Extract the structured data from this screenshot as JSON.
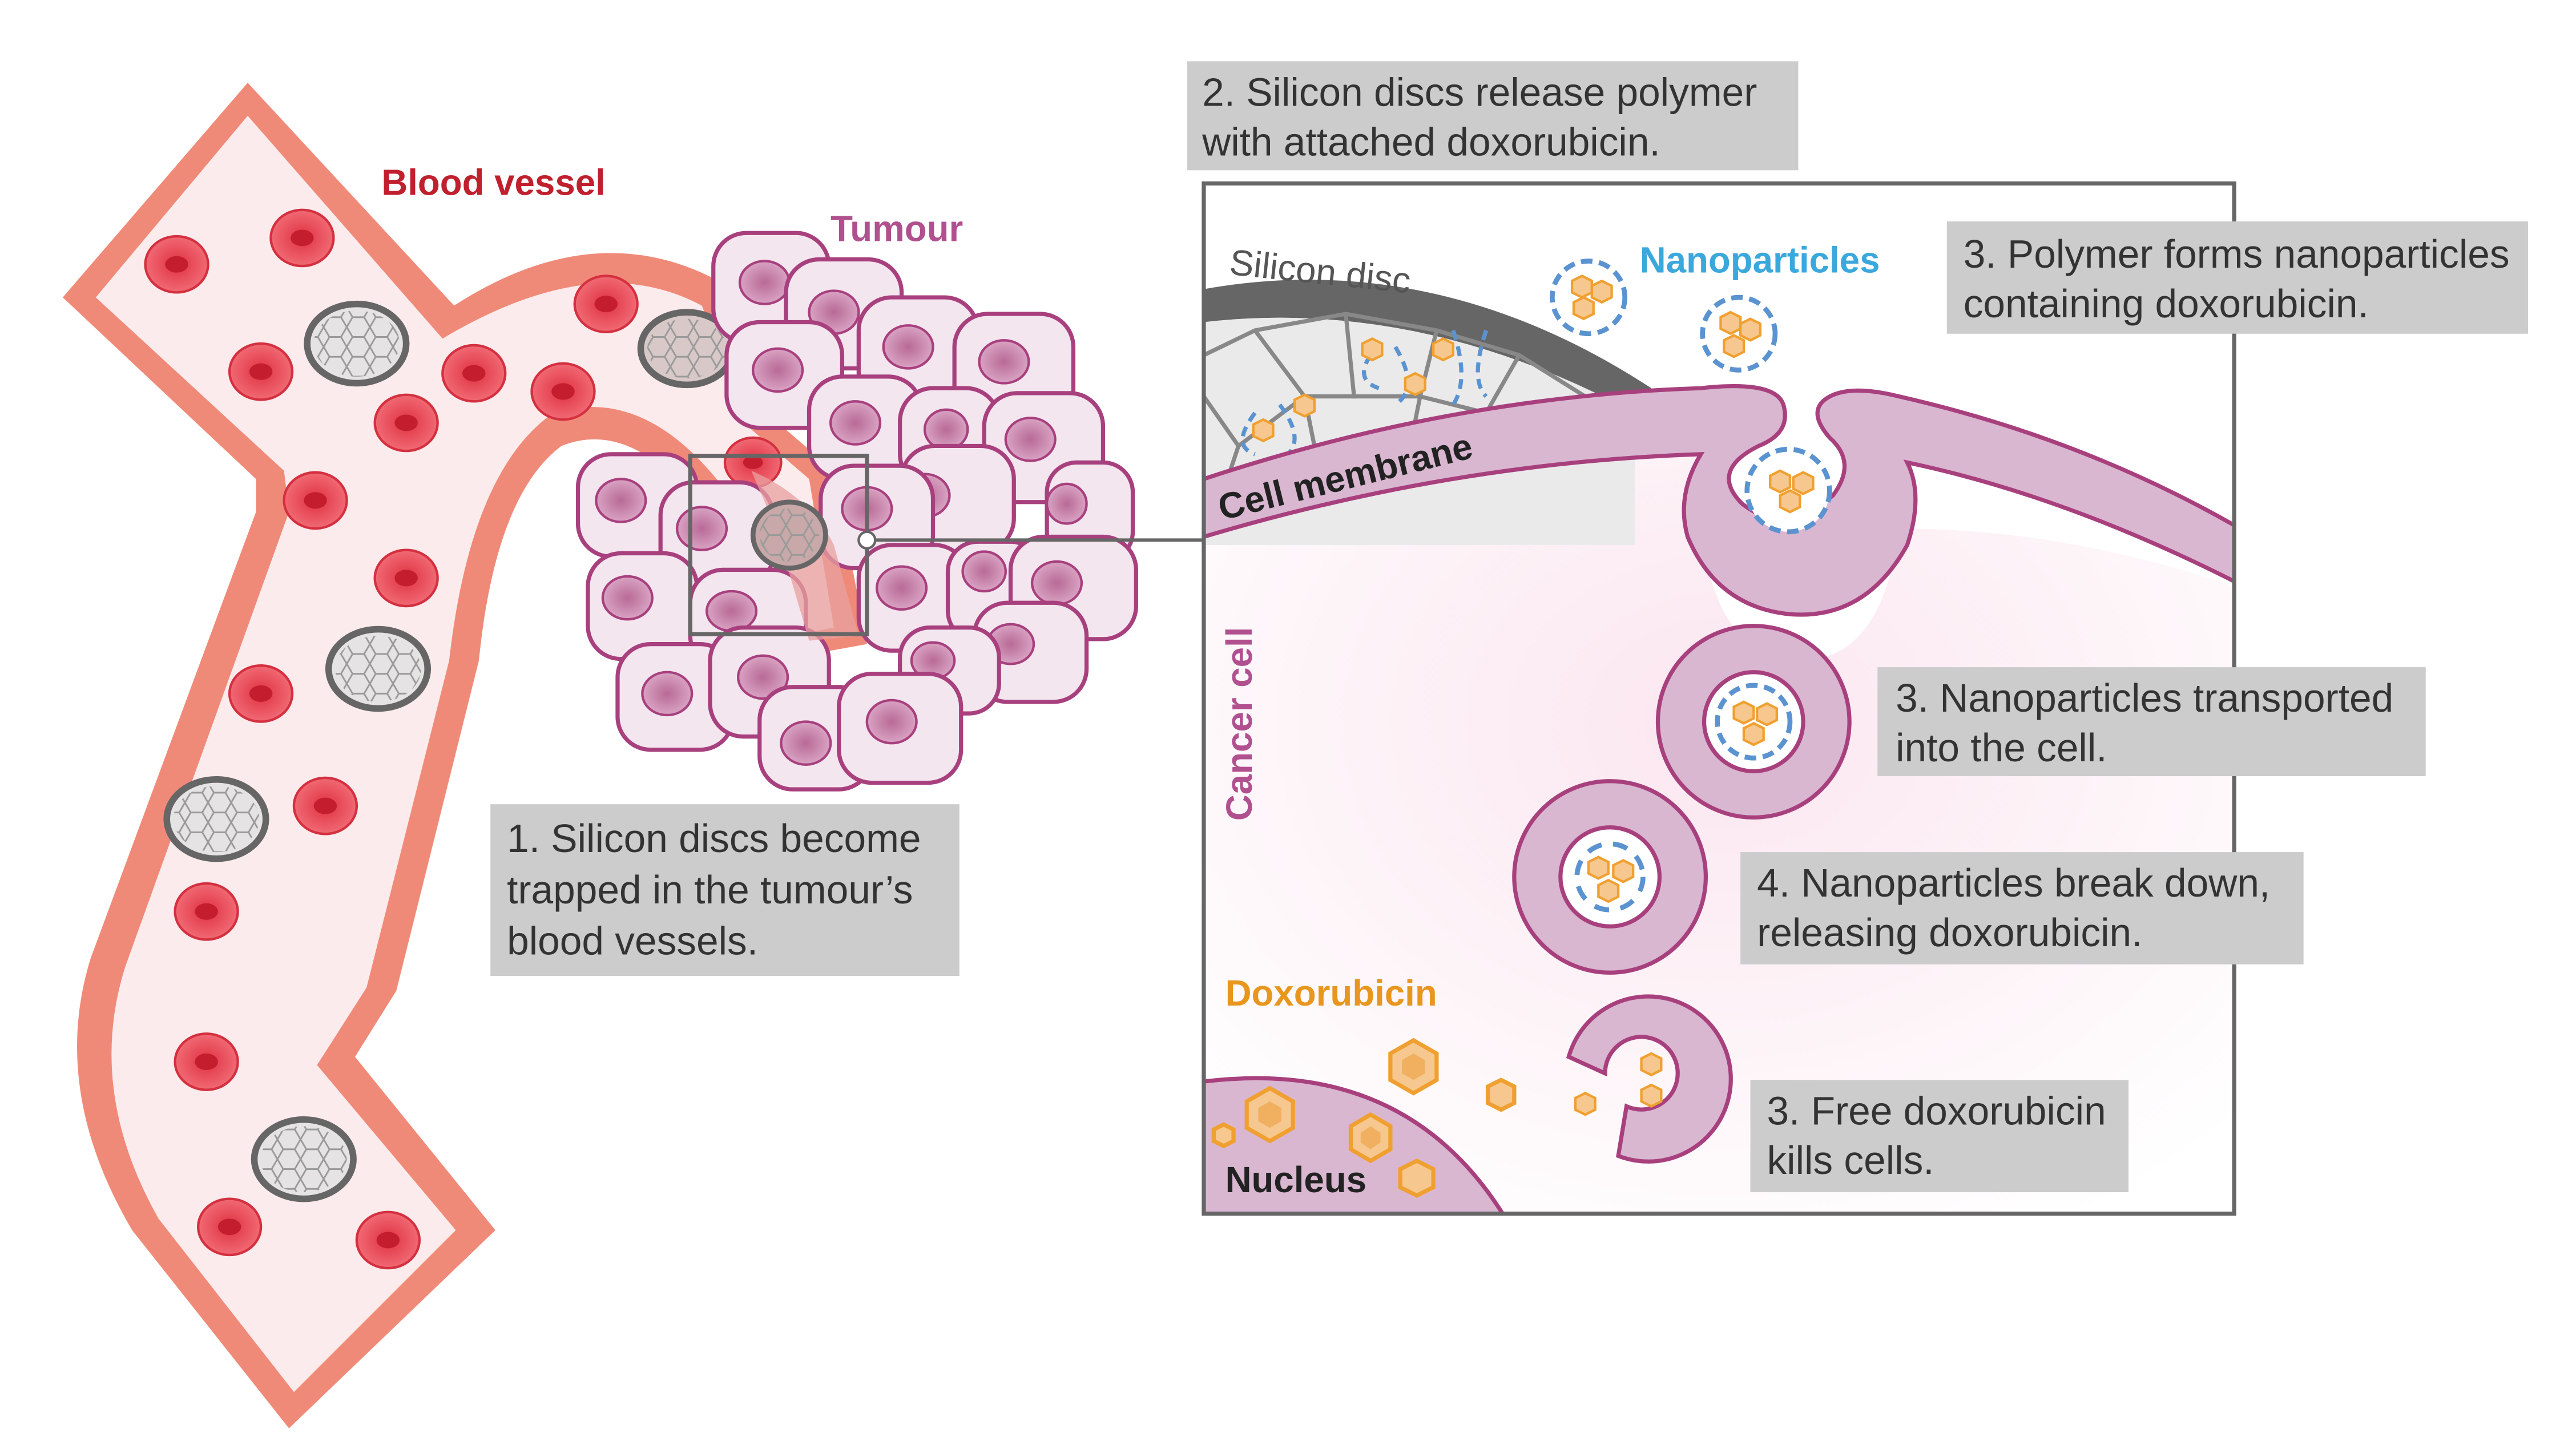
{
  "labels": {
    "blood_vessel": "Blood vessel",
    "tumour": "Tumour",
    "silicon_disc": "Silicon disc",
    "nanoparticles": "Nanoparticles",
    "cell_membrane": "Cell membrane",
    "cancer_cell": "Cancer cell",
    "doxorubicin": "Doxorubicin",
    "nucleus": "Nucleus"
  },
  "captions": {
    "step1": [
      "1. Silicon discs become",
      "trapped in the tumour’s",
      "blood vessels."
    ],
    "step2": [
      "2. Silicon discs release polymer",
      "with attached doxorubicin."
    ],
    "step3a": [
      "3. Polymer forms nanoparticles",
      "containing doxorubicin."
    ],
    "step3b": [
      "3. Nanoparticles transported",
      "into the cell."
    ],
    "step4": [
      "4. Nanoparticles break down,",
      "releasing doxorubicin."
    ],
    "step3c": [
      "3. Free doxorubicin",
      "kills cells."
    ]
  },
  "colors": {
    "vessel_wall": "#F08A78",
    "blood_cell": "#E8505E",
    "tumour_cell_outline": "#A8407E",
    "tumour_cell_fill": "#F4E6EF",
    "membrane": "#D9B7D0",
    "doxorubicin": "#F0A030",
    "nanoparticle": "#5B93D1",
    "caption_bg": "#CCCCCC",
    "label_red": "#C0202E",
    "label_purple": "#B0508E",
    "label_blue": "#3AA8DC",
    "label_orange": "#E8961E"
  }
}
